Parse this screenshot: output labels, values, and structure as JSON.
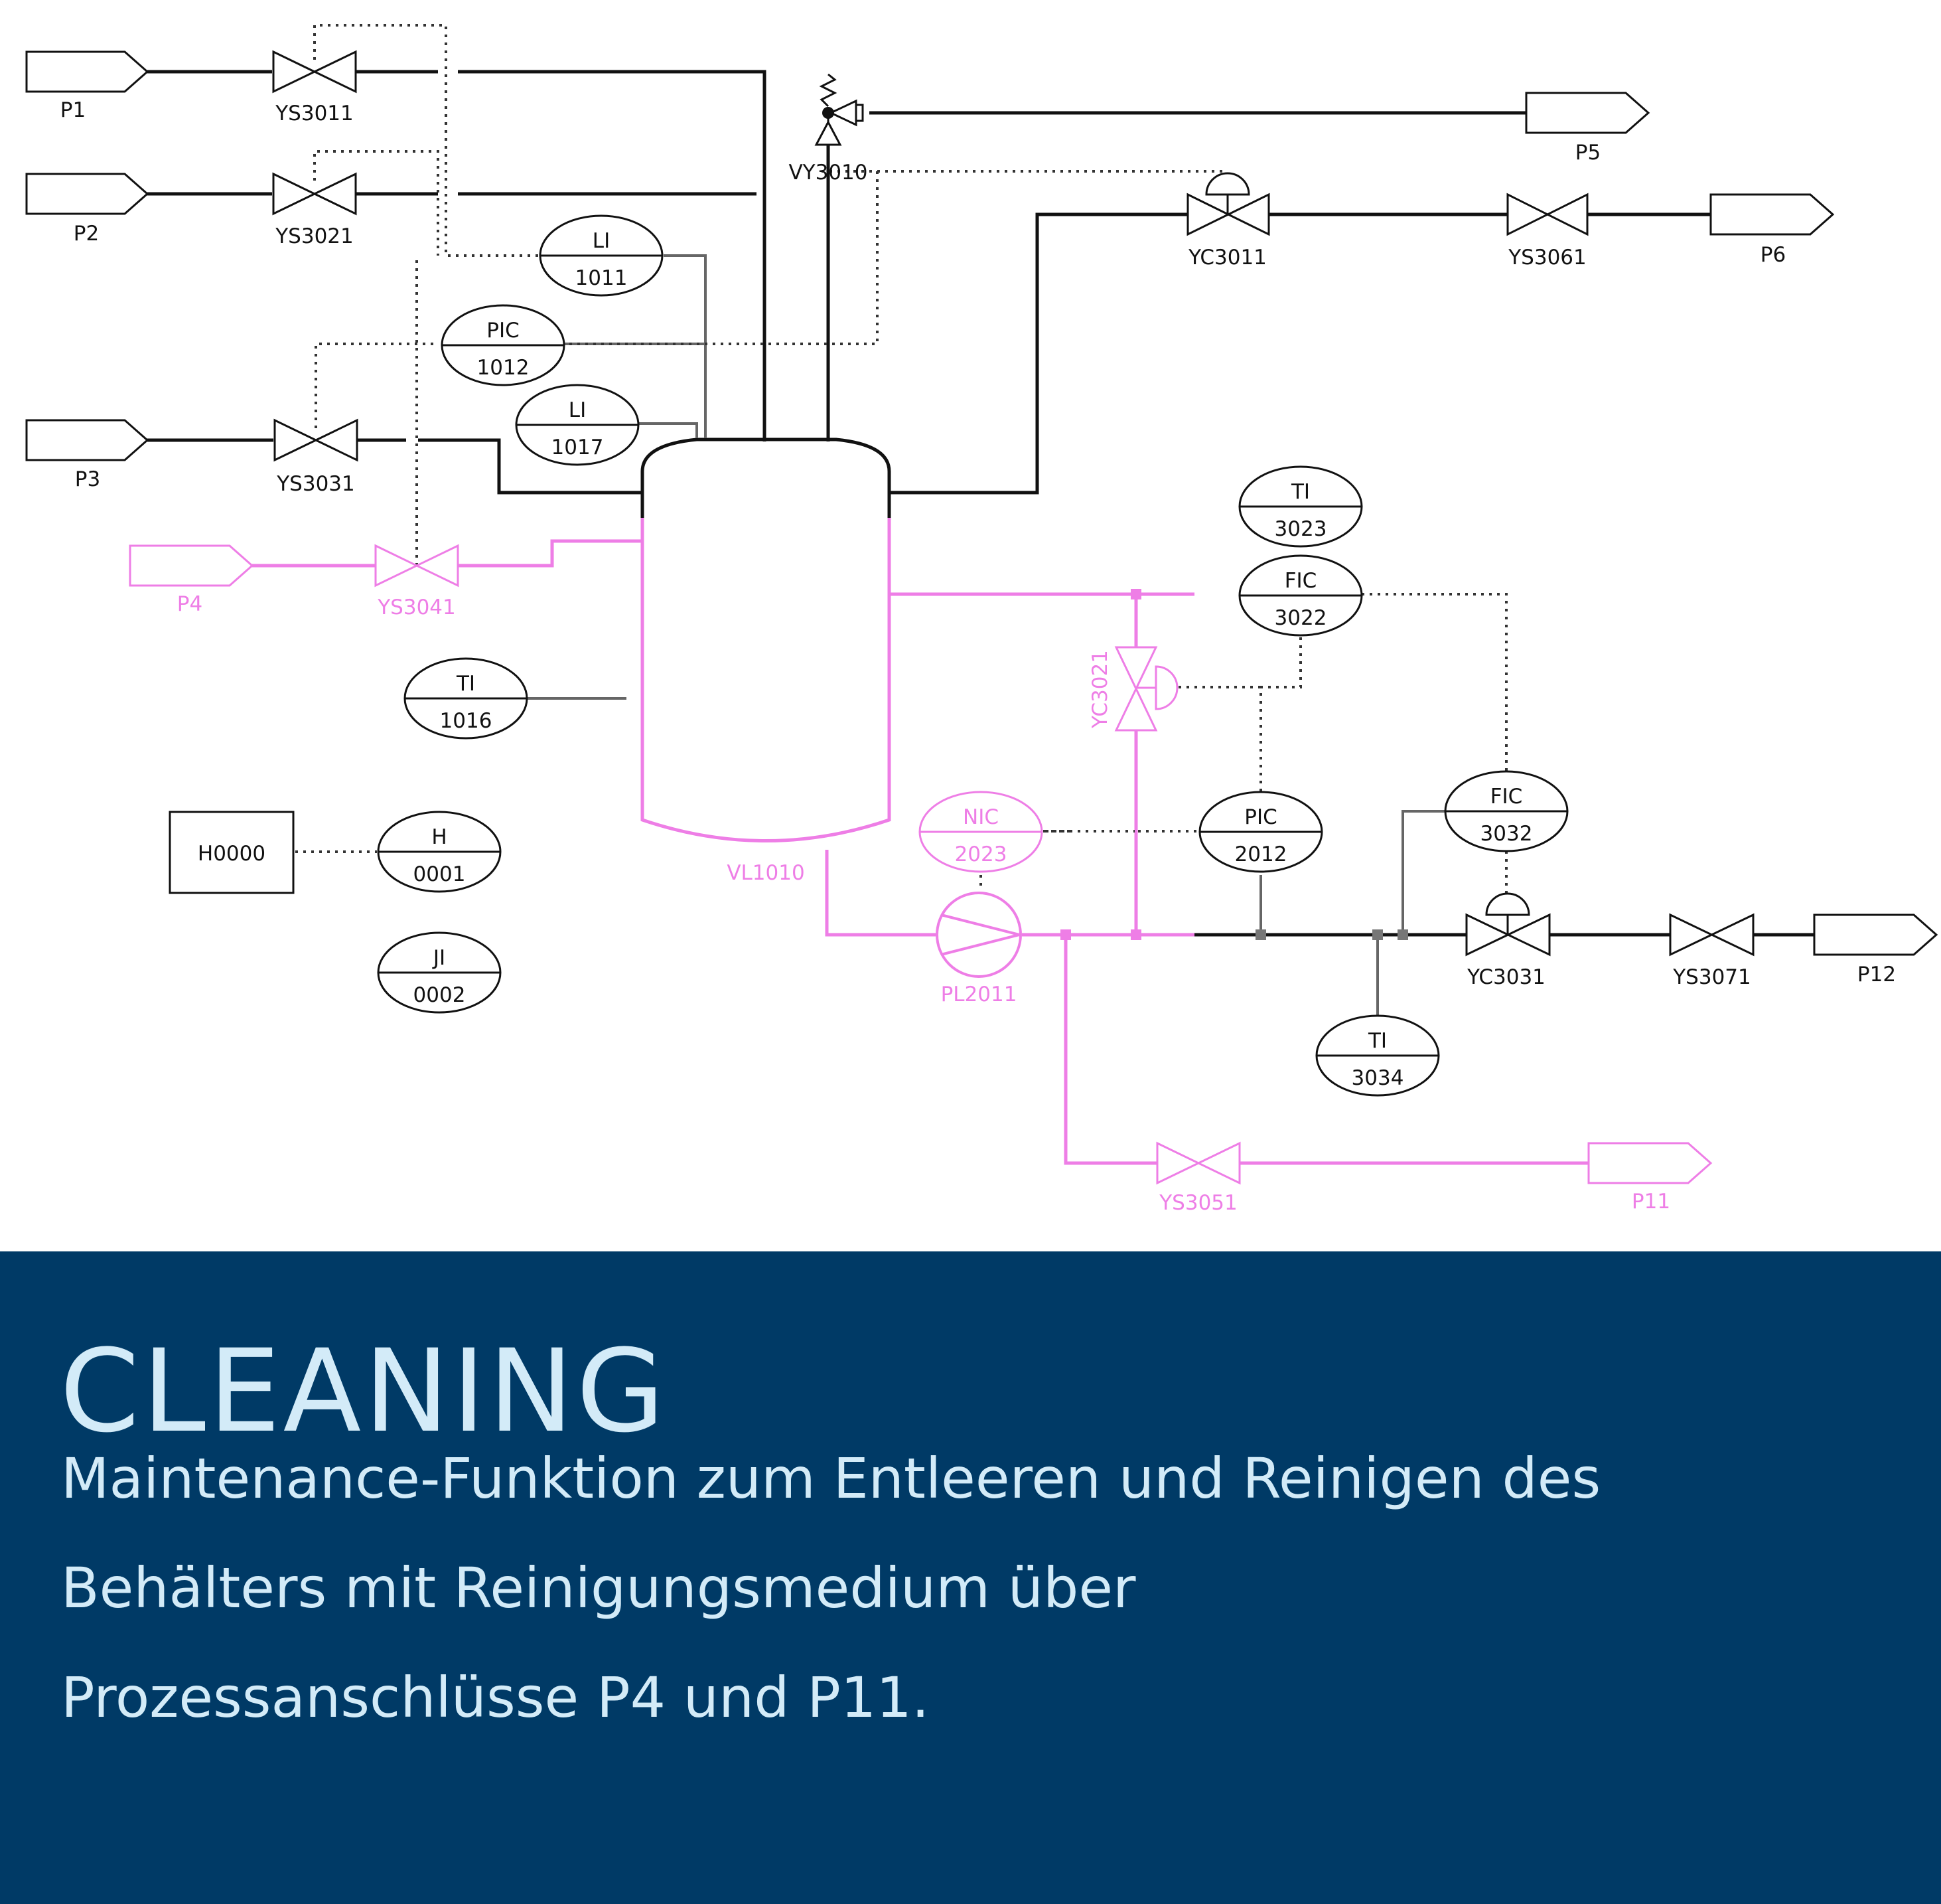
{
  "colors": {
    "pipe": "#111111",
    "highlight": "#ee7ee6",
    "signal": "#666666",
    "banner_bg": "#003a66",
    "banner_text": "#d3ebf8"
  },
  "ports": {
    "P1": "P1",
    "P2": "P2",
    "P3": "P3",
    "P4": "P4",
    "P5": "P5",
    "P6": "P6",
    "P11": "P11",
    "P12": "P12"
  },
  "valves": {
    "YS3011": "YS3011",
    "YS3021": "YS3021",
    "YS3031": "YS3031",
    "YS3041": "YS3041",
    "YS3051": "YS3051",
    "YS3061": "YS3061",
    "YS3071": "YS3071",
    "YC3011": "YC3011",
    "YC3021": "YC3021",
    "YC3031": "YC3031",
    "VY3010": "VY3010"
  },
  "equipment": {
    "vessel": "VL1010",
    "pump": "PL2011",
    "header": "H0000"
  },
  "instruments": {
    "li1011": {
      "tag": "LI",
      "num": "1011"
    },
    "pic1012": {
      "tag": "PIC",
      "num": "1012"
    },
    "li1017": {
      "tag": "LI",
      "num": "1017"
    },
    "ti1016": {
      "tag": "TI",
      "num": "1016"
    },
    "h0001": {
      "tag": "H",
      "num": "0001"
    },
    "ji0002": {
      "tag": "JI",
      "num": "0002"
    },
    "ti3023": {
      "tag": "TI",
      "num": "3023"
    },
    "fic3022": {
      "tag": "FIC",
      "num": "3022"
    },
    "nic2023": {
      "tag": "NIC",
      "num": "2023"
    },
    "pic2012": {
      "tag": "PIC",
      "num": "2012"
    },
    "fic3032": {
      "tag": "FIC",
      "num": "3032"
    },
    "ti3034": {
      "tag": "TI",
      "num": "3034"
    }
  },
  "banner": {
    "title": "CLEANING",
    "line1": "Maintenance-Funktion zum Entleeren und Reinigen des",
    "line2": "Behälters mit Reinigungsmedium über",
    "line3": "Prozessanschlüsse P4 und P11."
  }
}
